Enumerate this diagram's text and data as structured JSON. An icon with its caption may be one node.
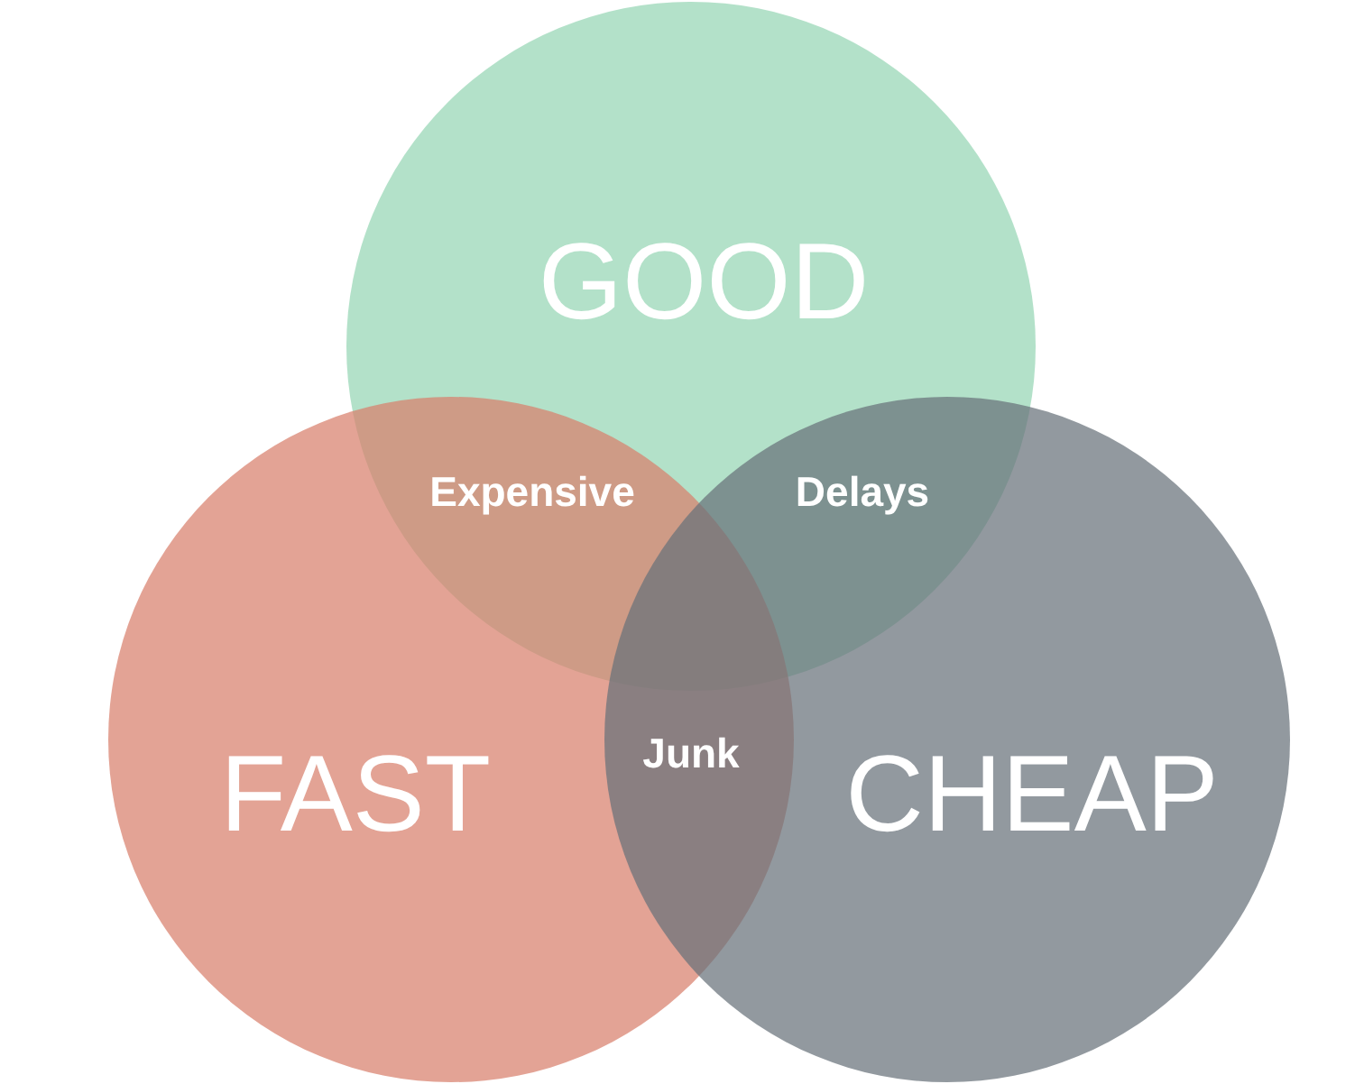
{
  "diagram": {
    "nodes": [
      {
        "text": [
          "GOOD"
        ]
      },
      {
        "text": [
          "FAST"
        ]
      },
      {
        "text": [
          "CHEAP"
        ]
      }
    ],
    "labels": [
      "Expensive",
      "Delays",
      "Junk"
    ]
  }
}
